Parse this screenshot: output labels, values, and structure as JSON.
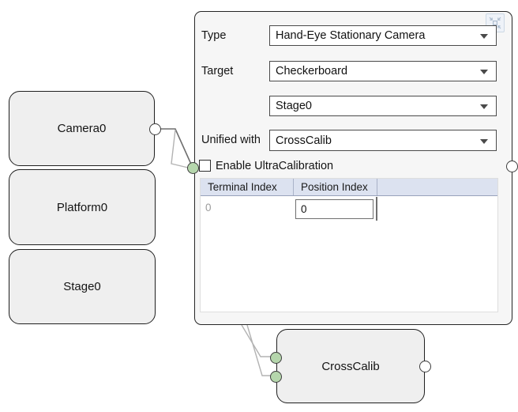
{
  "panel": {
    "collapse_button": {
      "icon": "collapse-inward"
    },
    "fields": [
      {
        "label": "Type",
        "value": "Hand-Eye Stationary Camera"
      },
      {
        "label": "Target",
        "value": "Checkerboard"
      },
      {
        "label": "",
        "value": "Stage0"
      },
      {
        "label": "Unified with",
        "value": "CrossCalib"
      }
    ],
    "checkbox": {
      "label": "Enable UltraCalibration",
      "checked": false
    },
    "table": {
      "columns": [
        "Terminal Index",
        "Position Index",
        ""
      ],
      "rows": [
        {
          "terminal_index": "0",
          "position_index": "0"
        }
      ]
    }
  },
  "nodes": {
    "camera": {
      "label": "Camera0"
    },
    "platform": {
      "label": "Platform0"
    },
    "stage": {
      "label": "Stage0"
    },
    "crosscalib": {
      "label": "CrossCalib"
    }
  },
  "colors": {
    "panel_bg": "#f6f6f6",
    "node_fill": "#efefef",
    "node_border": "#1f1f1f",
    "table_header_bg": "#dce2f0",
    "port_connected_green": "#b5d6ac",
    "port_white": "#ffffff",
    "wire_dark": "#6e6e6e",
    "wire_light": "#b3b3b3",
    "muted_text": "#9c9c9c"
  }
}
